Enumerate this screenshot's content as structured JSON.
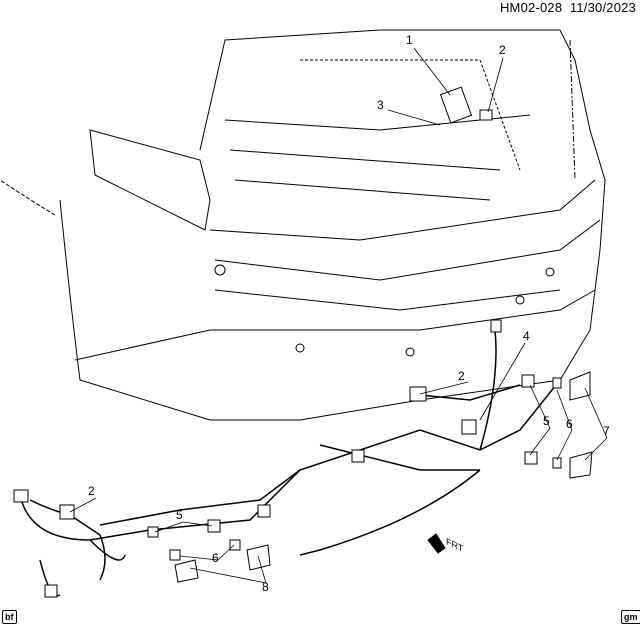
{
  "header": {
    "code": "HM02-028",
    "date": "11/30/2023"
  },
  "callouts": {
    "c1": "1",
    "c2a": "2",
    "c3": "3",
    "c4": "4",
    "c2b": "2",
    "c5a": "5",
    "c6a": "6",
    "c7": "7",
    "c2c": "2",
    "c5b": "5",
    "c6b": "6",
    "c8": "8"
  },
  "direction_label": "FRT",
  "corner_badges": {
    "left": "bf",
    "right": "gm"
  }
}
